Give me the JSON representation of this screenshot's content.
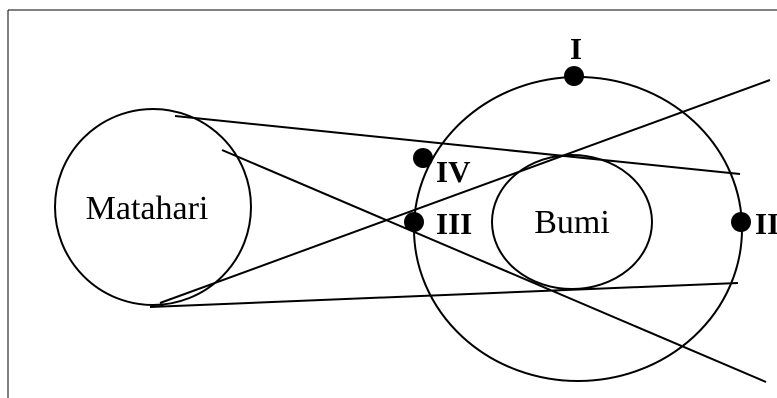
{
  "bodies": {
    "sun": "Matahari",
    "earth": "Bumi"
  },
  "positions": {
    "p1": "I",
    "p2": "II",
    "p3": "III",
    "p4": "IV"
  }
}
